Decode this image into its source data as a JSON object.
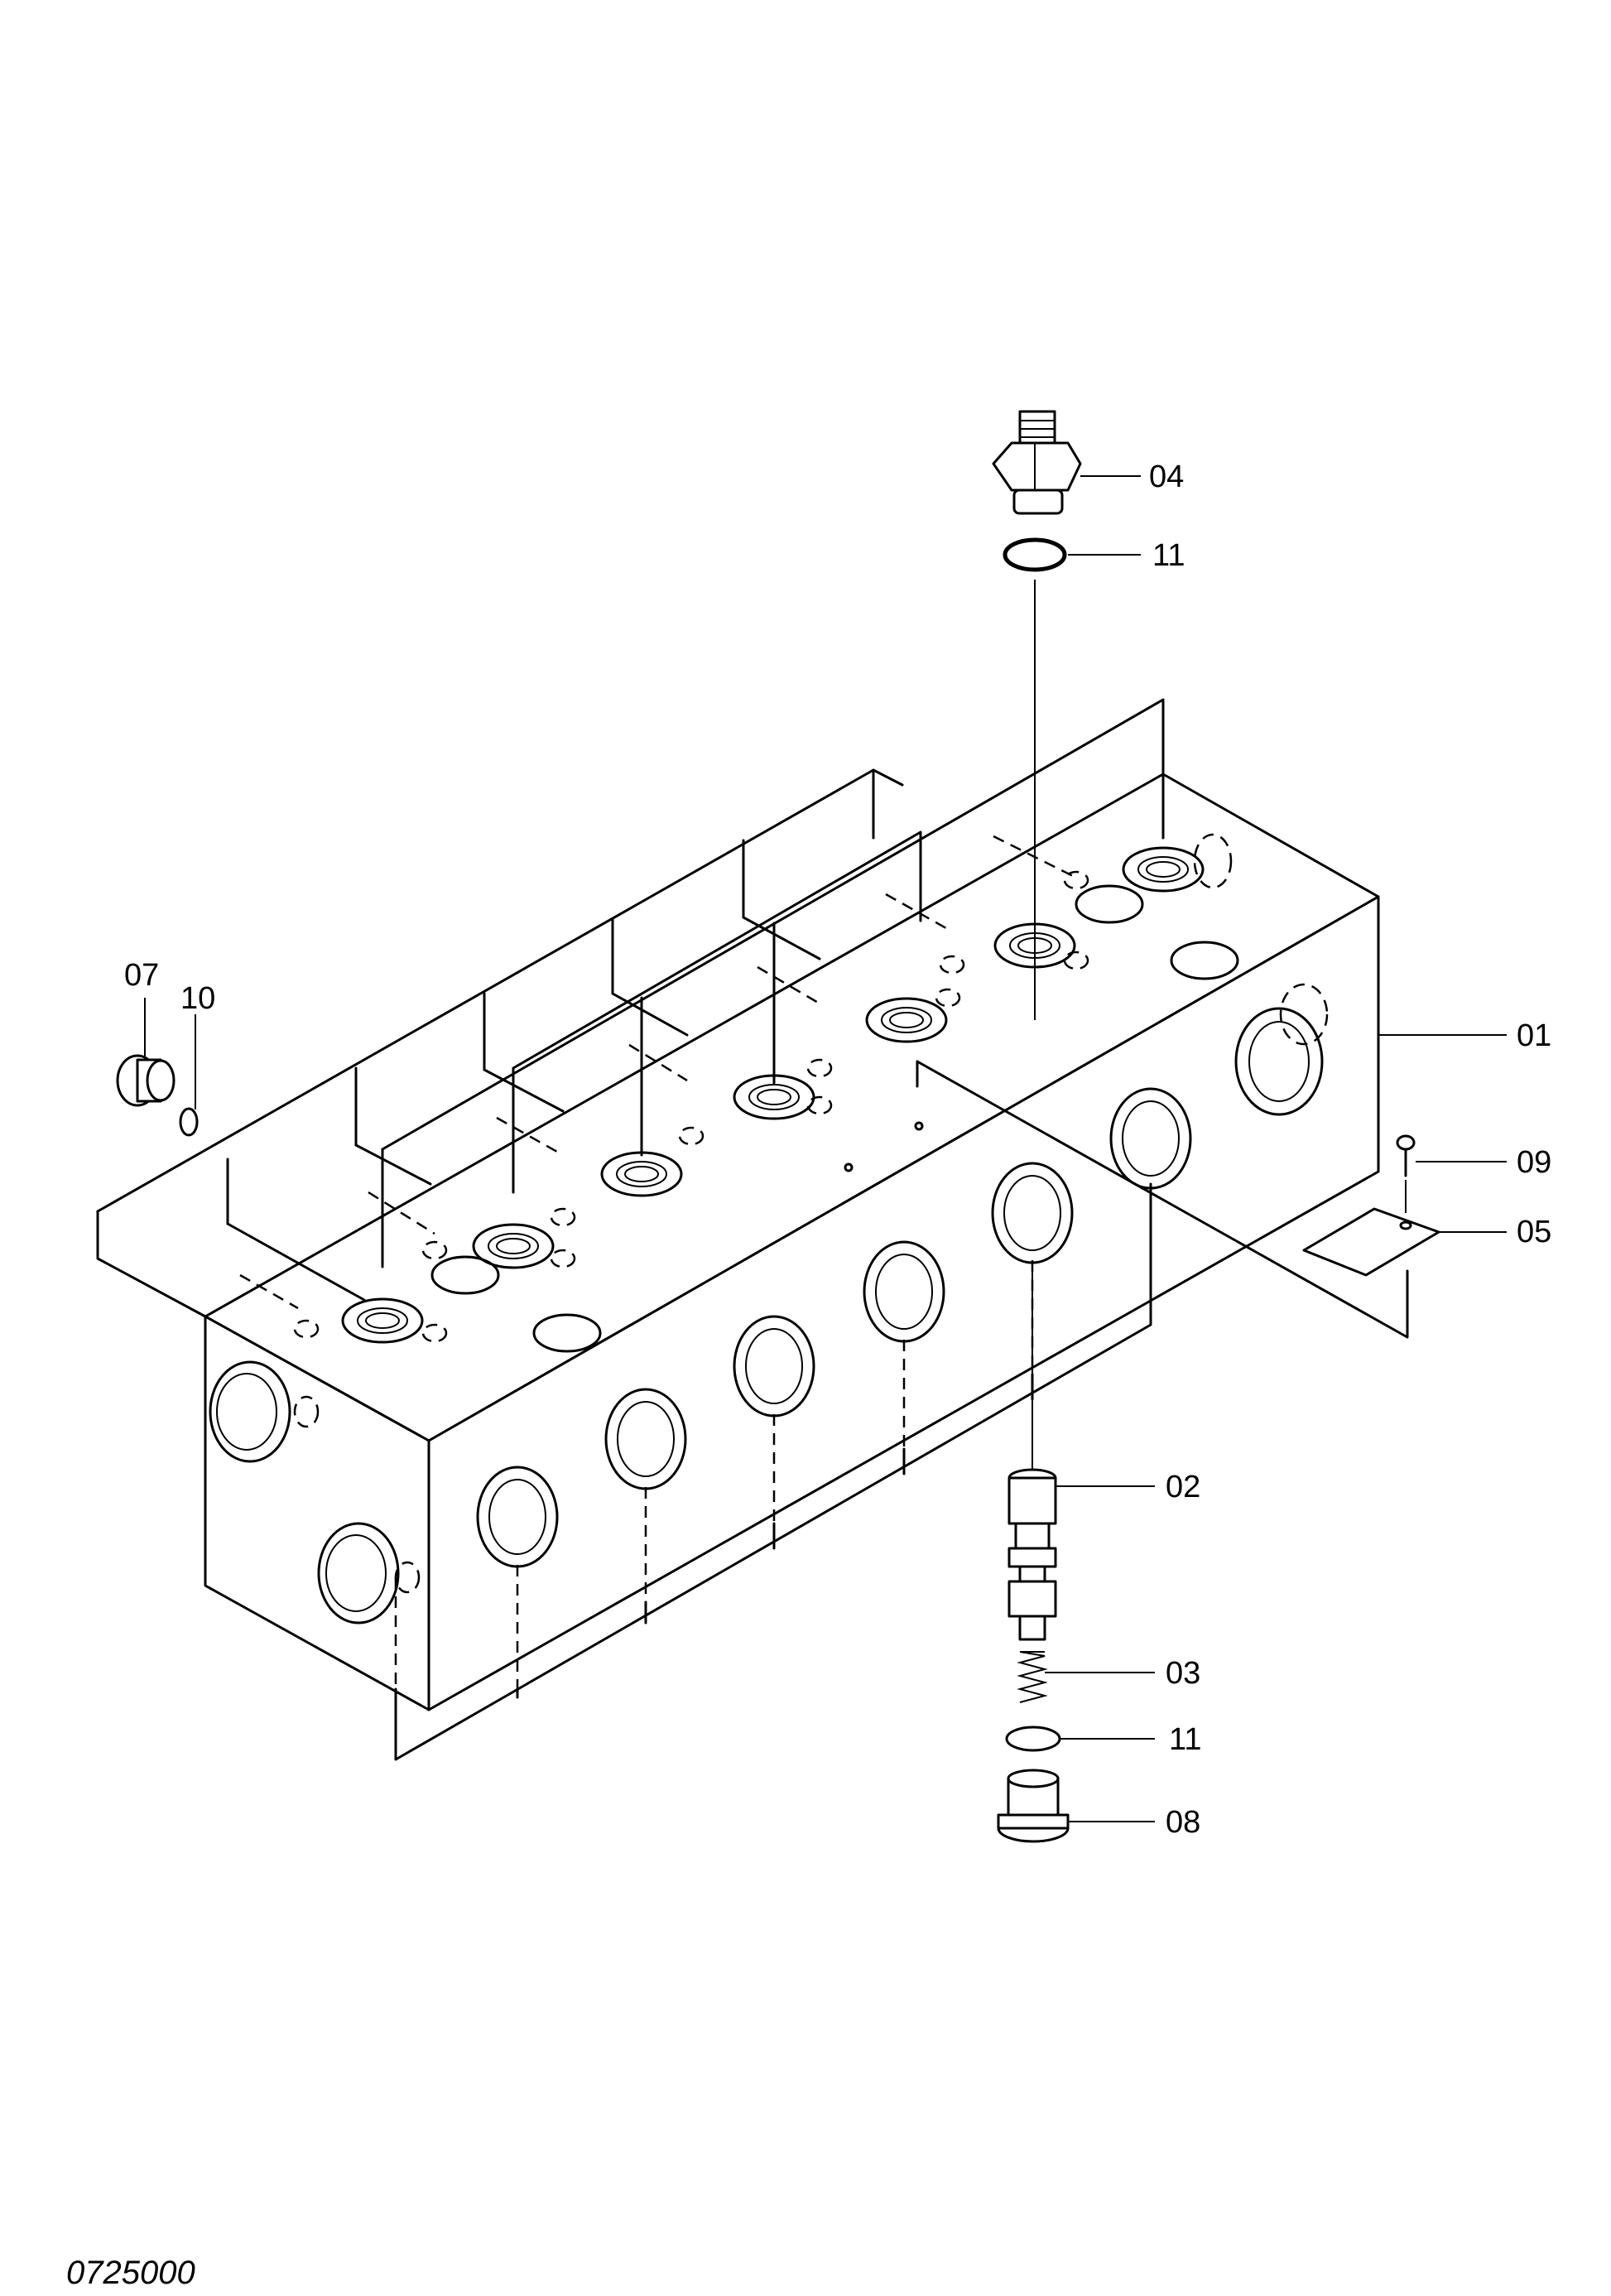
{
  "drawing_code": "0725000",
  "callouts": [
    {
      "id": "04",
      "label": "04"
    },
    {
      "id": "11a",
      "label": "11"
    },
    {
      "id": "01",
      "label": "01"
    },
    {
      "id": "07",
      "label": "07"
    },
    {
      "id": "10",
      "label": "10"
    },
    {
      "id": "09",
      "label": "09"
    },
    {
      "id": "05",
      "label": "05"
    },
    {
      "id": "02",
      "label": "02"
    },
    {
      "id": "03",
      "label": "03"
    },
    {
      "id": "11b",
      "label": "11"
    },
    {
      "id": "08",
      "label": "08"
    }
  ]
}
